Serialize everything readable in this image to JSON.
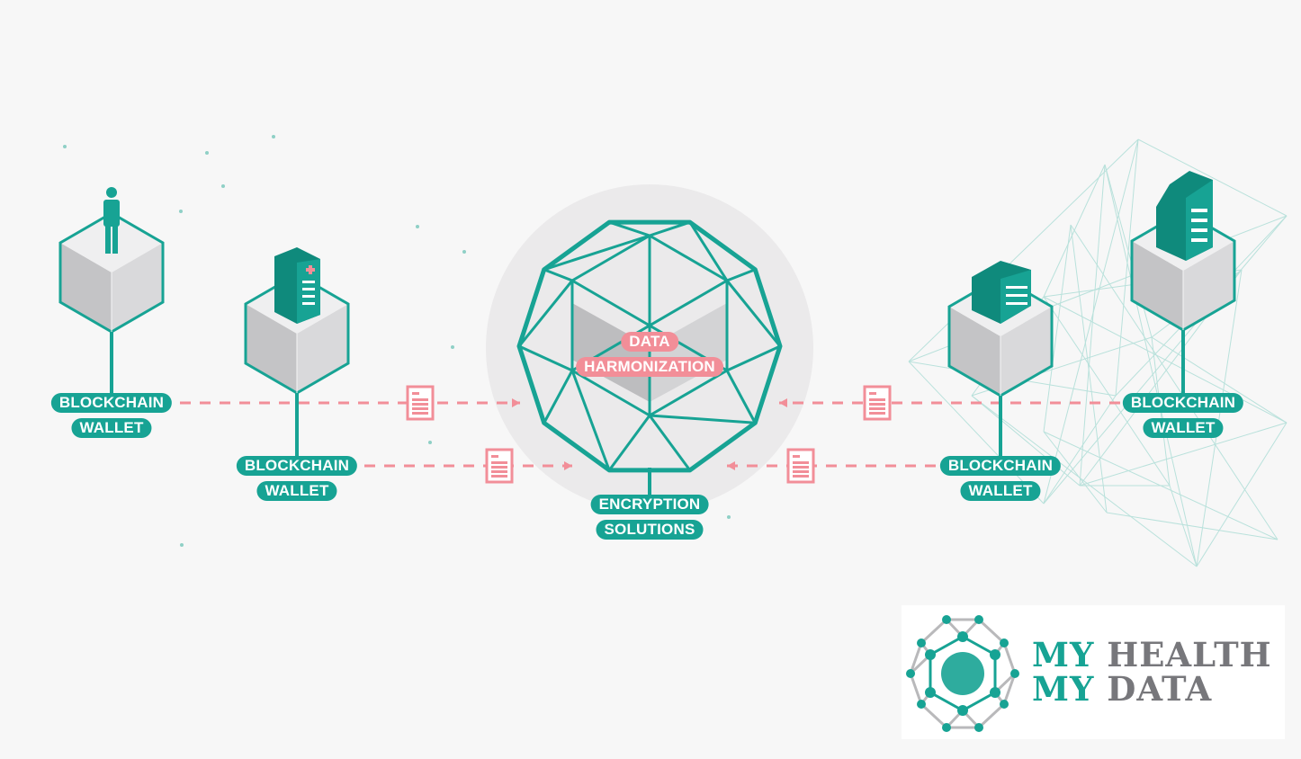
{
  "colors": {
    "teal": "#17a394",
    "pink": "#f28e98",
    "cube_top": "#efeff0",
    "cube_left": "#c4c4c6",
    "cube_right": "#d9d9db",
    "background": "#f7f7f7"
  },
  "nodes": [
    {
      "id": "patient",
      "icon": "person-icon",
      "wallet": [
        "BLOCKCHAIN",
        "WALLET"
      ]
    },
    {
      "id": "hospital",
      "icon": "hospital-icon",
      "wallet": [
        "BLOCKCHAIN",
        "WALLET"
      ]
    },
    {
      "id": "clinic",
      "icon": "clinic-building-icon",
      "wallet": [
        "BLOCKCHAIN",
        "WALLET"
      ]
    },
    {
      "id": "office",
      "icon": "office-building-icon",
      "wallet": [
        "BLOCKCHAIN",
        "WALLET"
      ]
    }
  ],
  "center": {
    "label_top": [
      "DATA",
      "HARMONIZATION"
    ],
    "label_bottom": [
      "ENCRYPTION",
      "SOLUTIONS"
    ]
  },
  "logo": {
    "line1_a": "MY",
    "line1_b": "HEALTH",
    "line2_a": "MY",
    "line2_b": "DATA"
  }
}
